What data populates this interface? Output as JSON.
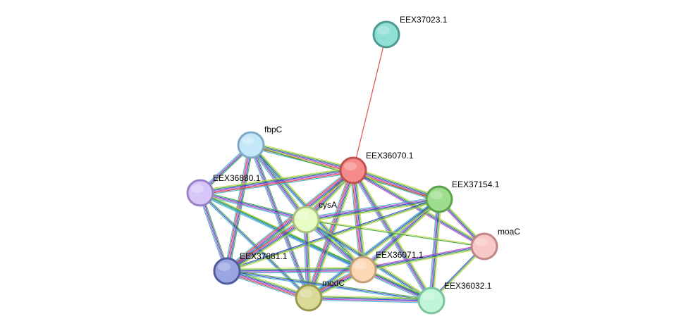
{
  "network": {
    "nodes": [
      {
        "id": "EEX37023.1",
        "label": "EEX37023.1",
        "fill": "#8fdfd6",
        "stroke": "#4d9b93"
      },
      {
        "id": "fbpC",
        "label": "fbpC",
        "fill": "#c4e7fa",
        "stroke": "#7fa9c4"
      },
      {
        "id": "EEX36070.1",
        "label": "EEX36070.1",
        "fill": "#f68b8b",
        "stroke": "#c0504d"
      },
      {
        "id": "EEX36880.1",
        "label": "EEX36880.1",
        "fill": "#d7c7f8",
        "stroke": "#9782c4"
      },
      {
        "id": "EEX37154.1",
        "label": "EEX37154.1",
        "fill": "#9edd8d",
        "stroke": "#5da34b"
      },
      {
        "id": "cysA",
        "label": "cysA",
        "fill": "#e6fcc4",
        "stroke": "#a8c47d"
      },
      {
        "id": "moaC",
        "label": "moaC",
        "fill": "#f7c8c8",
        "stroke": "#c08585"
      },
      {
        "id": "EEX37881.1",
        "label": "EEX37881.1",
        "fill": "#9aa6e2",
        "stroke": "#4f5b9c"
      },
      {
        "id": "EEX36071.1",
        "label": "EEX36071.1",
        "fill": "#fcd9b4",
        "stroke": "#c4a079"
      },
      {
        "id": "modC",
        "label": "modC",
        "fill": "#dbd996",
        "stroke": "#9a984f"
      },
      {
        "id": "EEX36032.1",
        "label": "EEX36032.1",
        "fill": "#c0f5d8",
        "stroke": "#7cc49d"
      }
    ],
    "edges": [
      {
        "source": "EEX37023.1",
        "target": "EEX36070.1",
        "types": [
          "red"
        ]
      },
      {
        "source": "fbpC",
        "target": "EEX36070.1",
        "types": [
          "yellow",
          "green",
          "blue",
          "purple",
          "red",
          "cyan"
        ]
      },
      {
        "source": "fbpC",
        "target": "EEX36880.1",
        "types": [
          "green",
          "blue",
          "purple",
          "cyan"
        ]
      },
      {
        "source": "fbpC",
        "target": "cysA",
        "types": [
          "yellow",
          "green",
          "blue",
          "purple",
          "cyan"
        ]
      },
      {
        "source": "fbpC",
        "target": "EEX37881.1",
        "types": [
          "green",
          "blue",
          "purple",
          "red",
          "cyan"
        ]
      },
      {
        "source": "fbpC",
        "target": "modC",
        "types": [
          "green",
          "blue",
          "purple",
          "cyan"
        ]
      },
      {
        "source": "fbpC",
        "target": "EEX36071.1",
        "types": [
          "yellow",
          "green",
          "blue",
          "cyan"
        ]
      },
      {
        "source": "fbpC",
        "target": "EEX37154.1",
        "types": [
          "yellow",
          "green"
        ]
      },
      {
        "source": "EEX36880.1",
        "target": "EEX36070.1",
        "types": [
          "yellow",
          "green",
          "blue",
          "purple",
          "red",
          "cyan"
        ]
      },
      {
        "source": "EEX36880.1",
        "target": "cysA",
        "types": [
          "green",
          "blue",
          "purple",
          "cyan"
        ]
      },
      {
        "source": "EEX36880.1",
        "target": "EEX37881.1",
        "types": [
          "green",
          "blue",
          "purple",
          "cyan"
        ]
      },
      {
        "source": "EEX36880.1",
        "target": "modC",
        "types": [
          "green",
          "blue",
          "cyan"
        ]
      },
      {
        "source": "EEX36880.1",
        "target": "EEX36071.1",
        "types": [
          "yellow",
          "green",
          "blue",
          "cyan"
        ]
      },
      {
        "source": "EEX36880.1",
        "target": "EEX36032.1",
        "types": [
          "green",
          "cyan"
        ]
      },
      {
        "source": "EEX36070.1",
        "target": "cysA",
        "types": [
          "yellow",
          "green",
          "blue",
          "purple",
          "red",
          "cyan"
        ]
      },
      {
        "source": "EEX36070.1",
        "target": "EEX37154.1",
        "types": [
          "yellow",
          "green",
          "blue",
          "purple",
          "red",
          "cyan"
        ]
      },
      {
        "source": "EEX36070.1",
        "target": "moaC",
        "types": [
          "yellow",
          "green",
          "blue",
          "purple"
        ]
      },
      {
        "source": "EEX36070.1",
        "target": "EEX37881.1",
        "types": [
          "yellow",
          "green",
          "blue",
          "purple",
          "red",
          "cyan"
        ]
      },
      {
        "source": "EEX36070.1",
        "target": "EEX36071.1",
        "types": [
          "yellow",
          "green",
          "blue",
          "purple",
          "red",
          "cyan"
        ]
      },
      {
        "source": "EEX36070.1",
        "target": "modC",
        "types": [
          "yellow",
          "green",
          "blue",
          "purple",
          "red",
          "cyan"
        ]
      },
      {
        "source": "EEX36070.1",
        "target": "EEX36032.1",
        "types": [
          "yellow",
          "green",
          "blue",
          "purple",
          "cyan"
        ]
      },
      {
        "source": "EEX37154.1",
        "target": "cysA",
        "types": [
          "yellow",
          "green",
          "blue",
          "purple",
          "cyan"
        ]
      },
      {
        "source": "EEX37154.1",
        "target": "moaC",
        "types": [
          "yellow",
          "green",
          "blue",
          "purple"
        ]
      },
      {
        "source": "EEX37154.1",
        "target": "EEX36071.1",
        "types": [
          "yellow",
          "green",
          "blue",
          "purple",
          "cyan"
        ]
      },
      {
        "source": "EEX37154.1",
        "target": "EEX36032.1",
        "types": [
          "yellow",
          "green",
          "blue",
          "purple",
          "cyan"
        ]
      },
      {
        "source": "EEX37154.1",
        "target": "modC",
        "types": [
          "yellow",
          "green",
          "blue",
          "cyan"
        ]
      },
      {
        "source": "EEX37154.1",
        "target": "EEX37881.1",
        "types": [
          "yellow",
          "green",
          "blue"
        ]
      },
      {
        "source": "cysA",
        "target": "EEX37881.1",
        "types": [
          "yellow",
          "green",
          "blue",
          "purple",
          "red",
          "cyan"
        ]
      },
      {
        "source": "cysA",
        "target": "EEX36071.1",
        "types": [
          "yellow",
          "green",
          "blue",
          "purple",
          "cyan"
        ]
      },
      {
        "source": "cysA",
        "target": "modC",
        "types": [
          "yellow",
          "green",
          "blue",
          "purple",
          "cyan"
        ]
      },
      {
        "source": "cysA",
        "target": "EEX36032.1",
        "types": [
          "yellow",
          "green",
          "blue",
          "cyan"
        ]
      },
      {
        "source": "cysA",
        "target": "moaC",
        "types": [
          "yellow",
          "green"
        ]
      },
      {
        "source": "moaC",
        "target": "EEX36071.1",
        "types": [
          "yellow",
          "green",
          "blue",
          "purple"
        ]
      },
      {
        "source": "moaC",
        "target": "EEX36032.1",
        "types": [
          "yellow",
          "green",
          "blue"
        ]
      },
      {
        "source": "EEX37881.1",
        "target": "EEX36071.1",
        "types": [
          "yellow",
          "green",
          "blue",
          "purple",
          "cyan"
        ]
      },
      {
        "source": "EEX37881.1",
        "target": "modC",
        "types": [
          "yellow",
          "green",
          "blue",
          "purple",
          "red",
          "cyan"
        ]
      },
      {
        "source": "EEX37881.1",
        "target": "EEX36032.1",
        "types": [
          "green",
          "blue",
          "cyan"
        ]
      },
      {
        "source": "EEX36071.1",
        "target": "modC",
        "types": [
          "yellow",
          "green",
          "blue",
          "purple",
          "red",
          "cyan"
        ]
      },
      {
        "source": "EEX36071.1",
        "target": "EEX36032.1",
        "types": [
          "yellow",
          "green",
          "blue",
          "purple",
          "cyan"
        ]
      },
      {
        "source": "modC",
        "target": "EEX36032.1",
        "types": [
          "yellow",
          "green",
          "blue",
          "purple",
          "cyan"
        ]
      }
    ],
    "edge_colors": {
      "yellow": "#c8d84b",
      "green": "#3aa53a",
      "blue": "#3b3bd6",
      "purple": "#b64ab6",
      "red": "#e03a3a",
      "cyan": "#3ab5c8"
    }
  }
}
